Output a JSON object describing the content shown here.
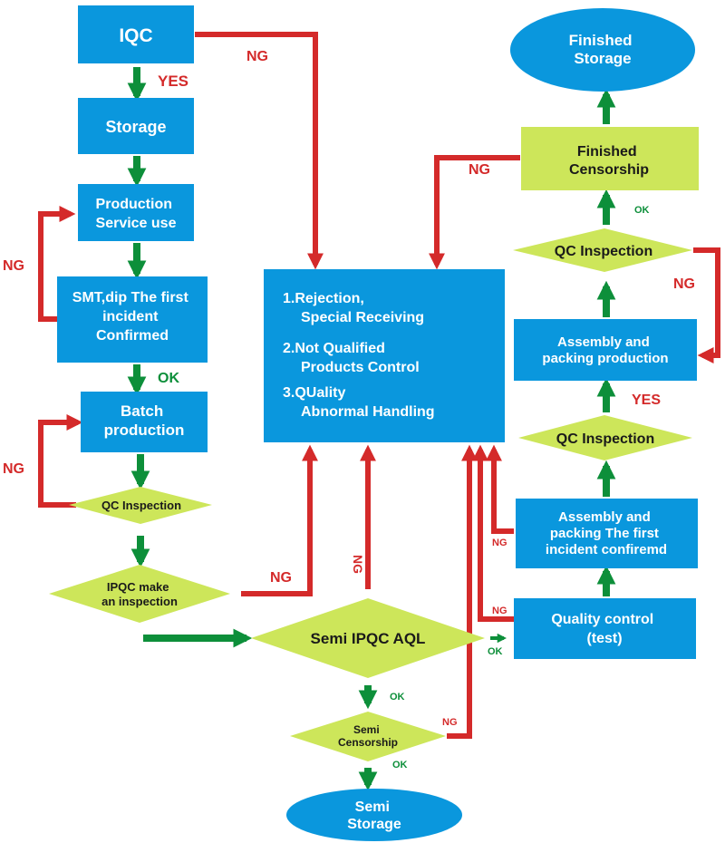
{
  "colors": {
    "box_blue": "#0a97dd",
    "diamond_green": "#cde65a",
    "ng_red": "#d42a2a",
    "ok_green": "#0d8f3a"
  },
  "nodes": {
    "iqc": "IQC",
    "storage": "Storage",
    "production_service": [
      "Production",
      "Service use"
    ],
    "smt_dip": [
      "SMT,dip The first",
      "incident",
      "Confirmed"
    ],
    "batch_production": [
      "Batch",
      "production"
    ],
    "qc_inspection_left": "QC Inspection",
    "ipqc_inspection": [
      "IPQC make",
      "an inspection"
    ],
    "semi_ipqc_aql": "Semi IPQC AQL",
    "semi_censorship": [
      "Semi",
      "Censorship"
    ],
    "semi_storage": [
      "Semi",
      "Storage"
    ],
    "handling_center": [
      "1.Rejection,",
      "Special Receiving",
      "2.Not Qualified",
      "Products Control",
      "3.QUality",
      "Abnormal Handling"
    ],
    "finished_storage": [
      "Finished",
      "Storage"
    ],
    "finished_censorship": [
      "Finished",
      "Censorship"
    ],
    "qc_inspection_top": "QC Inspection",
    "assembly_packing_production": [
      "Assembly and",
      "packing production"
    ],
    "qc_inspection_mid": "QC Inspection",
    "assembly_first_incident": [
      "Assembly and",
      "packing The first",
      "incident confiremd"
    ],
    "quality_control_test": [
      "Quality control",
      "(test)"
    ]
  },
  "labels": {
    "yes_iqc": "YES",
    "ng_iqc": "NG",
    "ng_production_loop": "NG",
    "ok_smt": "OK",
    "ng_batch_loop": "NG",
    "ng_ipqc": "NG",
    "ng_semi_aql": "NG",
    "ok_semi_aql": "OK",
    "ng_semi_censorship": "NG",
    "ok_semi_censorship": "OK",
    "ok_to_qc_test": "OK",
    "ng_quality_control": "NG",
    "ng_assembly_first": "NG",
    "yes_qc_mid": "YES",
    "ng_qc_top": "NG",
    "ok_qc_top": "OK",
    "ng_finished_censorship": "NG"
  }
}
